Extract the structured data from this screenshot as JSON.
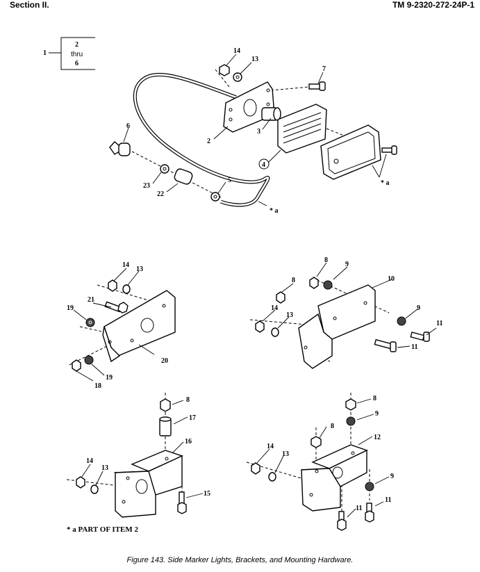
{
  "header": {
    "section": "Section II.",
    "tm_number": "TM 9-2320-272-24P-1"
  },
  "key_box": {
    "item": "1",
    "range_from": "2",
    "thru": "thru",
    "range_to": "6"
  },
  "callouts": {
    "c14a": "14",
    "c13a": "13",
    "c7": "7",
    "c3": "3",
    "c2": "2",
    "c6": "6",
    "c4": "4",
    "c23": "23",
    "c22": "22",
    "c5": "5",
    "ca1": "* a",
    "ca2": "* a",
    "c14b": "14",
    "c13b": "13",
    "c21": "21",
    "c19a": "19",
    "c20": "20",
    "c18": "18",
    "c19b": "19",
    "c8a": "8",
    "c9a": "9",
    "c8b": "8",
    "c10": "10",
    "c14c": "14",
    "c13c": "13",
    "c9b": "9",
    "c11a": "11",
    "c11b": "11",
    "c8c": "8",
    "c17": "17",
    "c16": "16",
    "c14d": "14",
    "c13d": "13",
    "c15": "15",
    "c8d": "8",
    "c9c": "9",
    "c8e": "8",
    "c12": "12",
    "c14e": "14",
    "c13e": "13",
    "c9d": "9",
    "c11c": "11",
    "c11d": "11"
  },
  "note": "* a  PART OF ITEM 2",
  "caption": "Figure 143.  Side Marker Lights, Brackets, and Mounting Hardware."
}
